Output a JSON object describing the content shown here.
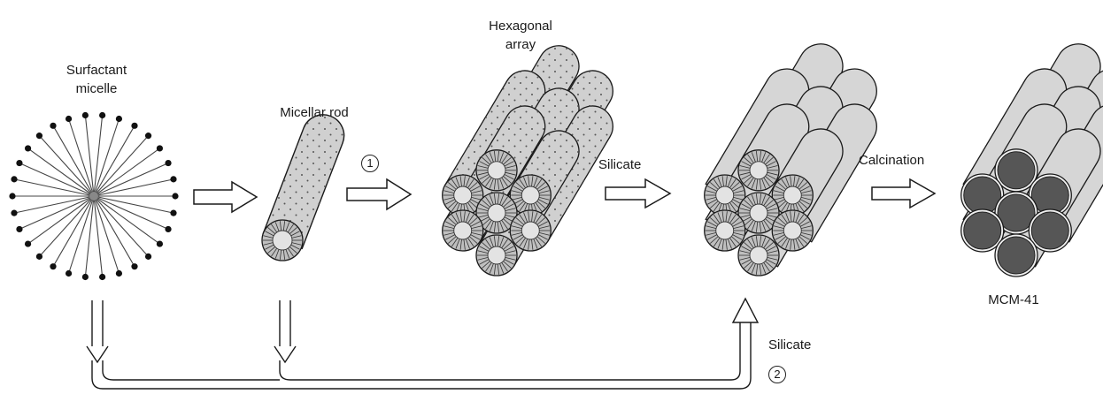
{
  "labels": {
    "surfactant_line1": "Surfactant",
    "surfactant_line2": "micelle",
    "micellar_rod": "Micellar rod",
    "hexagonal_line1": "Hexagonal",
    "hexagonal_line2": "array",
    "silicate_top": "Silicate",
    "calcination": "Calcination",
    "mcm41": "MCM-41",
    "silicate_bottom": "Silicate",
    "step1": "1",
    "step2": "2"
  },
  "colors": {
    "ink": "#1a1a1a",
    "rod_fill": "#d0d0d0",
    "rod_shade": "#bdbdbd",
    "face_outer": "#bfbfbf",
    "face_inner": "#e3e3e3",
    "pore_dark": "#565656"
  },
  "stages": [
    "surfactant-micelle",
    "micellar-rod",
    "hexagonal-array",
    "silicate-coated-array",
    "mcm-41"
  ]
}
